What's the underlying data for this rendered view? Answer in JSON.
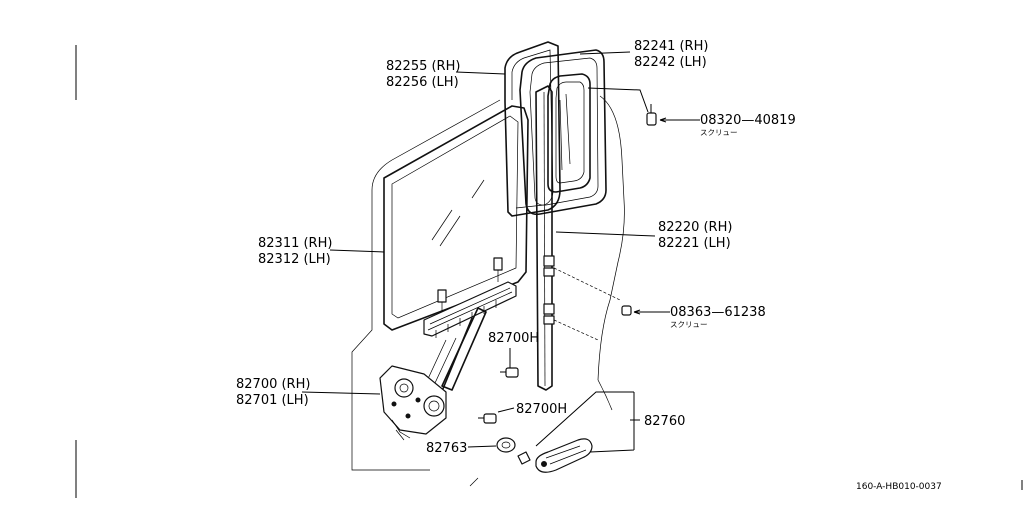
{
  "callouts": {
    "c82255": {
      "line1": "82255 (RH)",
      "line2": "82256 (LH)"
    },
    "c82241": {
      "line1": "82241 (RH)",
      "line2": "82242 (LH)"
    },
    "c08320": {
      "line1": "08320—40819",
      "sub": "スクリュー"
    },
    "c82220": {
      "line1": "82220 (RH)",
      "line2": "82221 (LH)"
    },
    "c82311": {
      "line1": "82311 (RH)",
      "line2": "82312 (LH)"
    },
    "c08363": {
      "line1": "08363—61238",
      "sub": "スクリュー"
    },
    "c82700h_upper": {
      "line1": "82700H"
    },
    "c82700": {
      "line1": "82700 (RH)",
      "line2": "82701 (LH)"
    },
    "c82700h_lower": {
      "line1": "82700H"
    },
    "c82760": {
      "line1": "82760"
    },
    "c82763": {
      "line1": "82763"
    }
  },
  "reference": "160-A-HB010-0037"
}
